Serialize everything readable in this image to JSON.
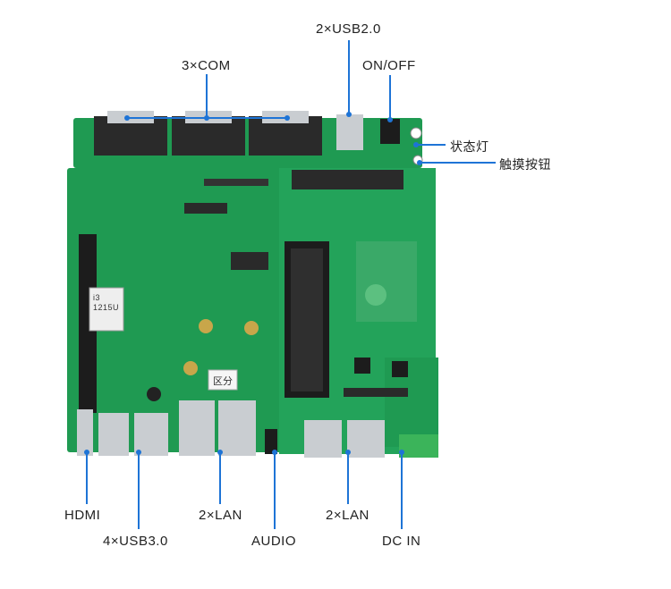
{
  "colors": {
    "callout_line": "#1e74d6",
    "pcb_green": "#1f9a52",
    "pcb_dark": "#137a3c",
    "connector_silver": "#c9cdd1",
    "connector_black": "#1c1c1c",
    "text": "#222222"
  },
  "callouts": {
    "usb2": "2×USB2.0",
    "com": "3×COM",
    "onoff": "ON/OFF",
    "status_led": "状态灯",
    "touch_button": "触摸按钮",
    "hdmi": "HDMI",
    "usb3": "4×USB3.0",
    "lan_left": "2×LAN",
    "audio": "AUDIO",
    "lan_right": "2×LAN",
    "dc_in": "DC IN"
  },
  "board_markings": {
    "chip_label": "i3\n1215U",
    "sticker": "区分"
  }
}
